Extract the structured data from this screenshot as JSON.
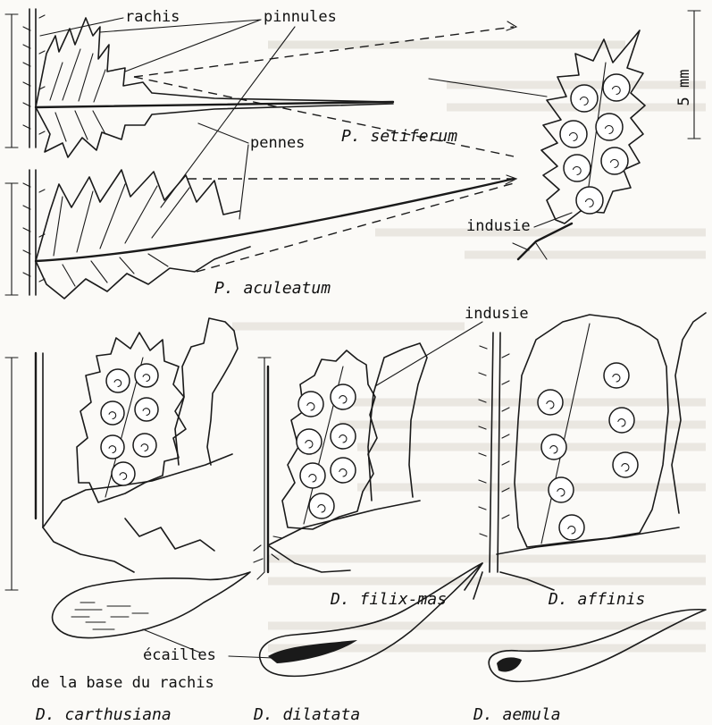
{
  "labels": {
    "rachis": "rachis",
    "pinnules": "pinnules",
    "pennes": "pennes",
    "indusie_top": "indusie",
    "indusie_mid": "indusie",
    "scale": "5 mm",
    "ecailles": "écailles",
    "base_rachis": "de la base du rachis"
  },
  "species": {
    "p_setiferum": "P. setiferum",
    "p_aculeatum": "P. aculeatum",
    "d_filix_mas": "D. filix-mas",
    "d_affinis": "D. affinis",
    "d_carthusiana": "D. carthusiana",
    "d_dilatata": "D. dilatata",
    "d_aemula": "D. aemula"
  },
  "colors": {
    "ink": "#1a1a1a",
    "paper": "#fbfaf7"
  }
}
